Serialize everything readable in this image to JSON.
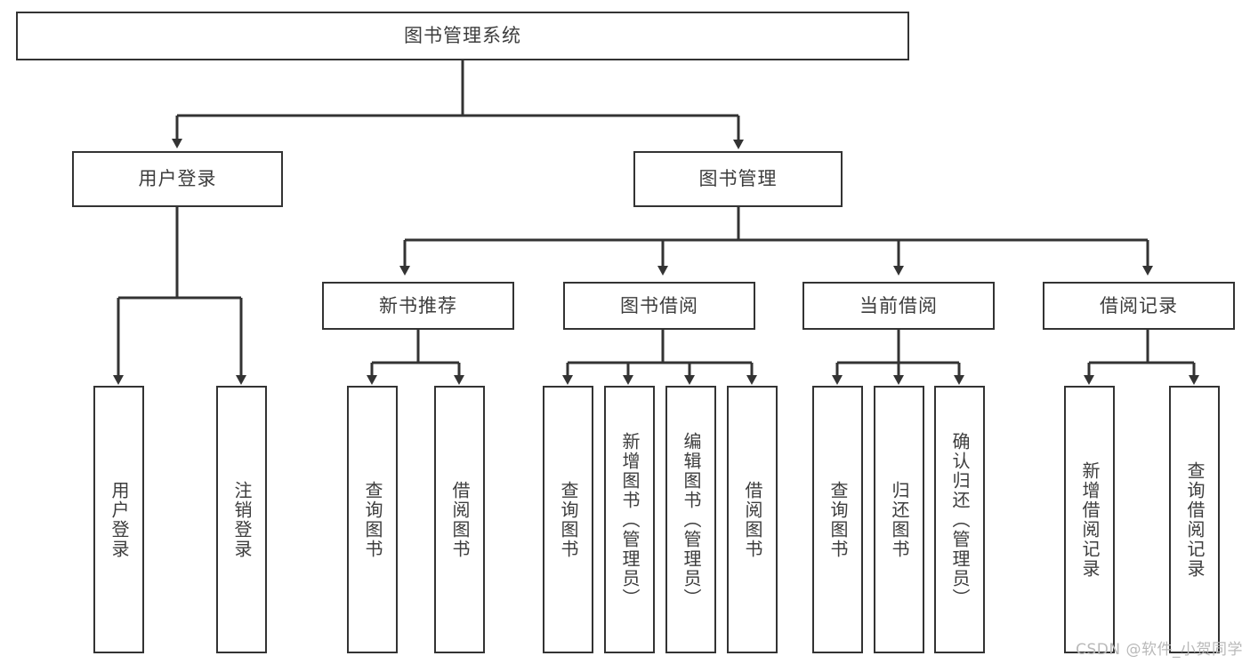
{
  "diagram": {
    "title": "图书管理系统",
    "watermark": "CSDN @软件_小贺同学",
    "colors": {
      "box_border": "#333333",
      "box_fill": "#ffffff",
      "text": "#3d3d3d",
      "connector": "#333333",
      "watermark": "#b9b9b9"
    },
    "root": {
      "label": "图书管理系统"
    },
    "level2": [
      {
        "label": "用户登录"
      },
      {
        "label": "图书管理"
      }
    ],
    "level3": [
      {
        "label": "新书推荐"
      },
      {
        "label": "图书借阅"
      },
      {
        "label": "当前借阅"
      },
      {
        "label": "借阅记录"
      }
    ],
    "leaves": {
      "user_login": [
        {
          "label": "用户登录"
        },
        {
          "label": "注销登录"
        }
      ],
      "new_book_recommend": [
        {
          "label": "查询图书"
        },
        {
          "label": "借阅图书"
        }
      ],
      "book_borrow": [
        {
          "label": "查询图书"
        },
        {
          "label": "新增图书（管理员）"
        },
        {
          "label": "编辑图书（管理员）"
        },
        {
          "label": "借阅图书"
        }
      ],
      "current_borrow": [
        {
          "label": "查询图书"
        },
        {
          "label": "归还图书"
        },
        {
          "label": "确认归还（管理员）"
        }
      ],
      "borrow_record": [
        {
          "label": "新增借阅记录"
        },
        {
          "label": "查询借阅记录"
        }
      ]
    }
  }
}
